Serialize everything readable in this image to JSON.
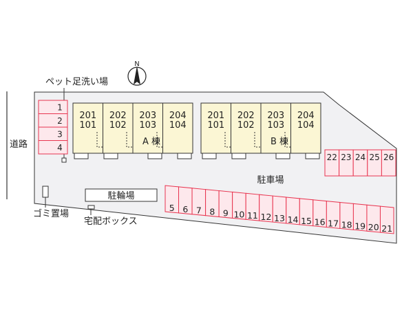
{
  "labels": {
    "road": "道路",
    "pet_wash": "ペット足洗い場",
    "garbage": "ゴミ置場",
    "bicycle_parking": "駐輪場",
    "delivery_box": "宅配ボックス",
    "parking": "駐車場",
    "north": "N",
    "building_a": "A 棟",
    "building_b": "B 棟"
  },
  "building_a": {
    "upper_rooms": [
      "201",
      "202",
      "203",
      "204"
    ],
    "lower_rooms": [
      "101",
      "102",
      "103",
      "104"
    ]
  },
  "building_b": {
    "upper_rooms": [
      "201",
      "202",
      "203",
      "204"
    ],
    "lower_rooms": [
      "101",
      "102",
      "103",
      "104"
    ]
  },
  "parking_left": [
    "1",
    "2",
    "3",
    "4"
  ],
  "parking_right": [
    "22",
    "23",
    "24",
    "25",
    "26"
  ],
  "parking_bottom": [
    "5",
    "6",
    "7",
    "8",
    "9",
    "10",
    "11",
    "12",
    "13",
    "14",
    "15",
    "16",
    "17",
    "18",
    "19",
    "20",
    "21"
  ],
  "colors": {
    "lot": "#f1f1f3",
    "building": "#fbf6d4",
    "parking_fill": "#fde8ec",
    "parking_stroke": "#e8344f"
  }
}
